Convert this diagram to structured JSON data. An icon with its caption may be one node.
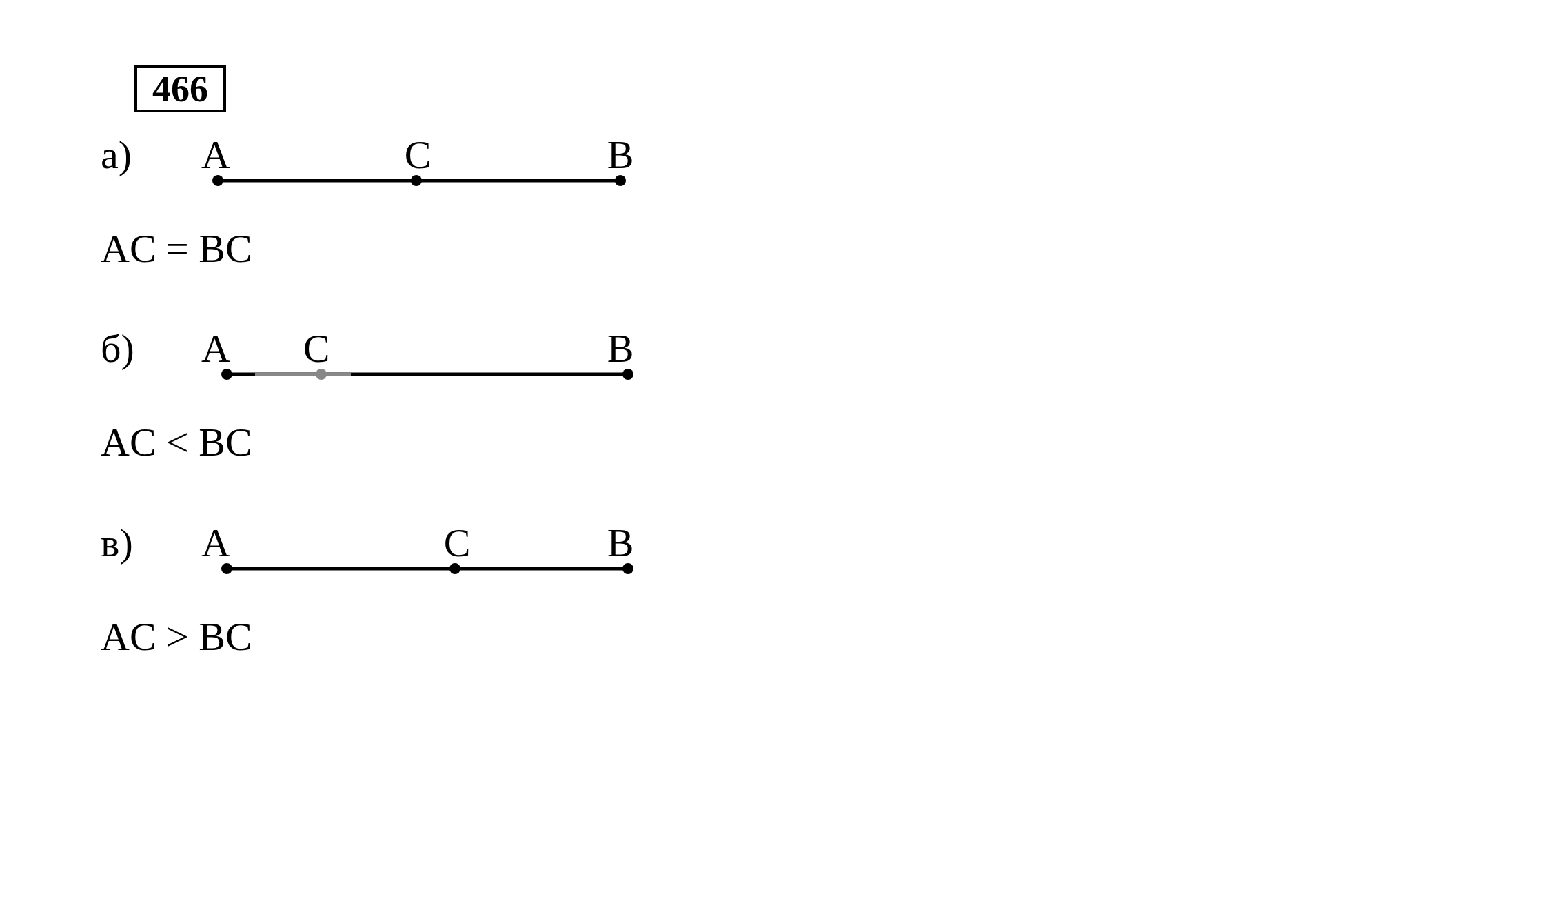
{
  "diagram": {
    "title": "466",
    "labels": [
      "а)",
      "A",
      "C",
      "B",
      "AC = BC",
      "б)",
      "A",
      "C",
      "B",
      "AC < BC",
      "в)",
      "A",
      "C",
      "B",
      "AC > BC"
    ]
  }
}
